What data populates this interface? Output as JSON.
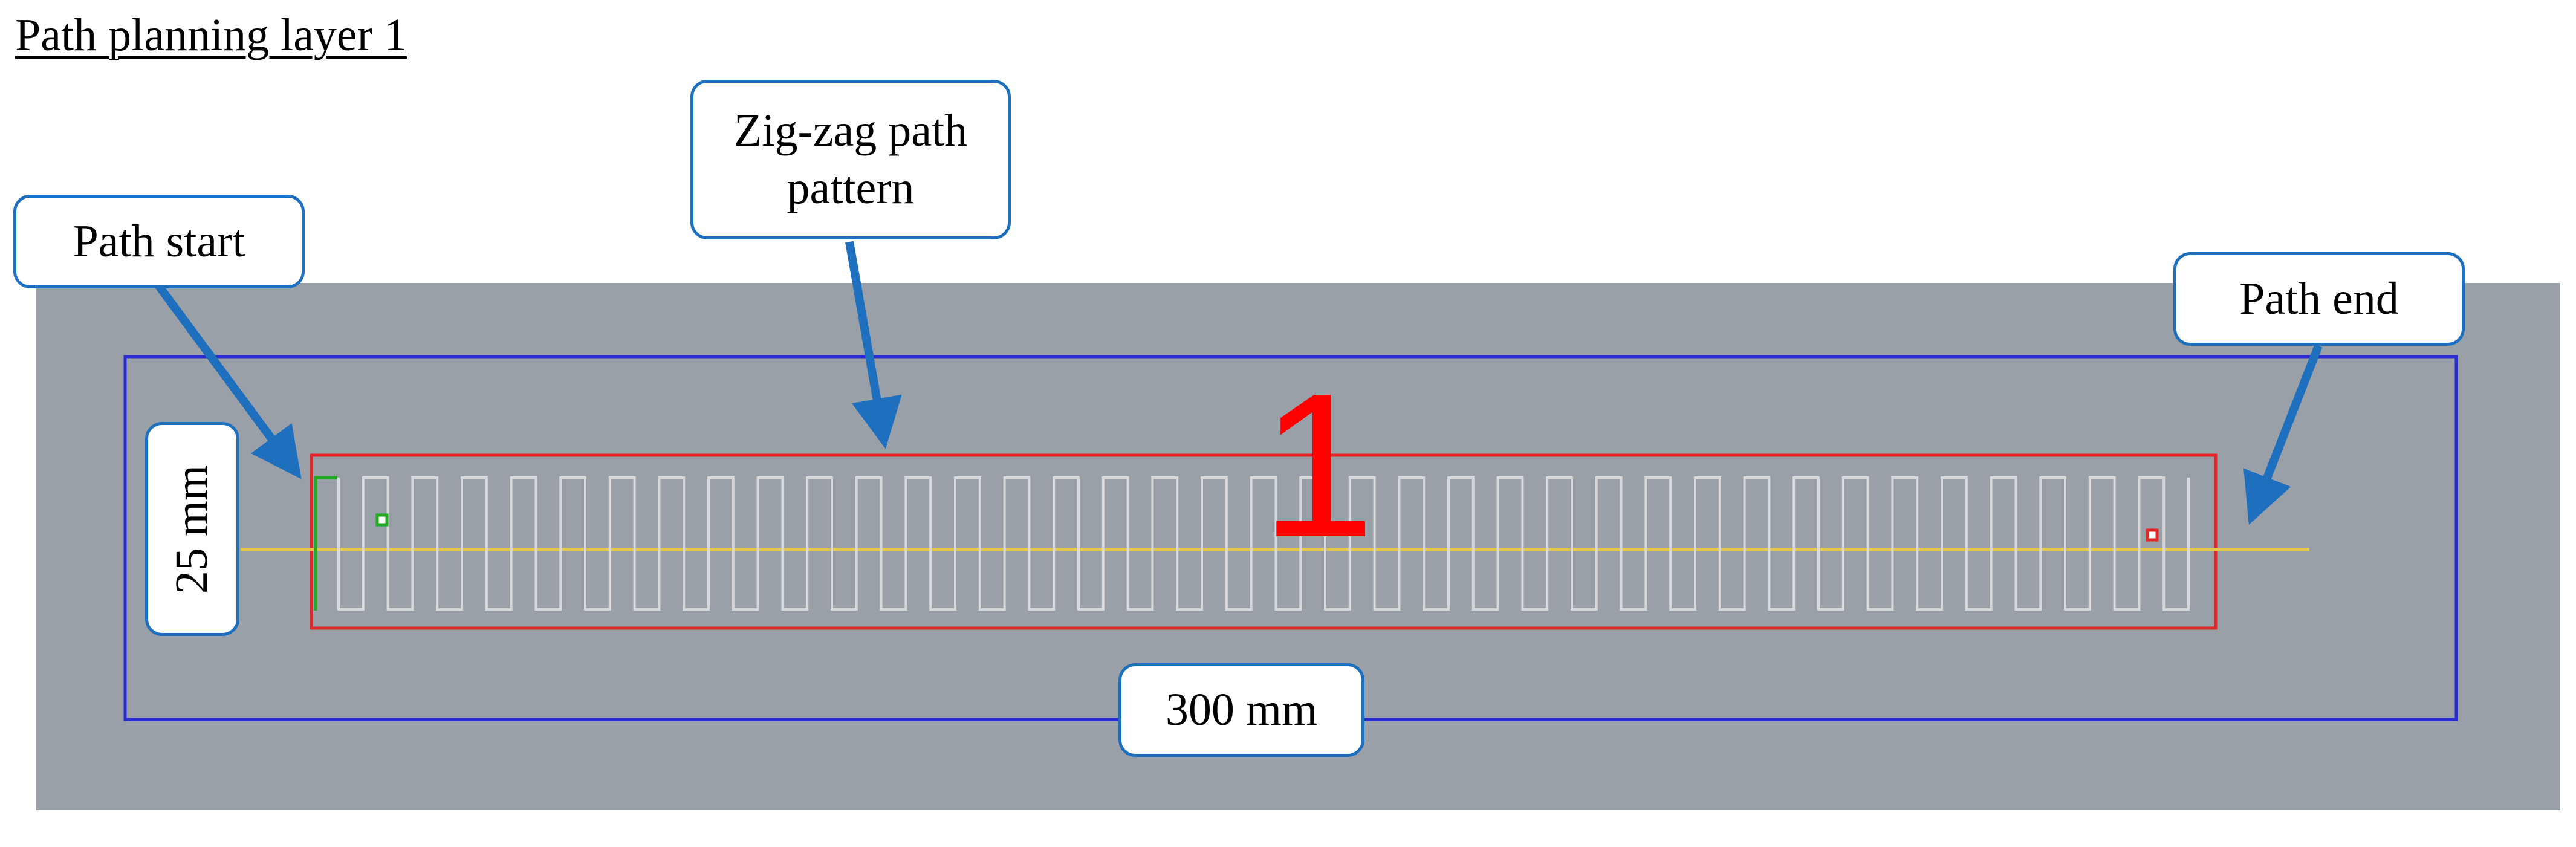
{
  "title": "Path planning layer 1",
  "layer_number": "1",
  "callouts": {
    "path_start": "Path start",
    "zigzag": "Zig-zag path pattern",
    "path_end": "Path end",
    "width": "300 mm",
    "height": "25 mm"
  },
  "colors": {
    "background_area": "#9aa0a8",
    "outer_boundary": "#2b2bd6",
    "inner_boundary": "#e02626",
    "zigzag_path": "#d8d8d8",
    "centerline": "#e8c84a",
    "arrow": "#1f6fbf",
    "start_marker": "#22aa22",
    "end_marker": "#e02626",
    "layer_number": "#ff0000"
  },
  "zigzag": {
    "passes": 76
  }
}
